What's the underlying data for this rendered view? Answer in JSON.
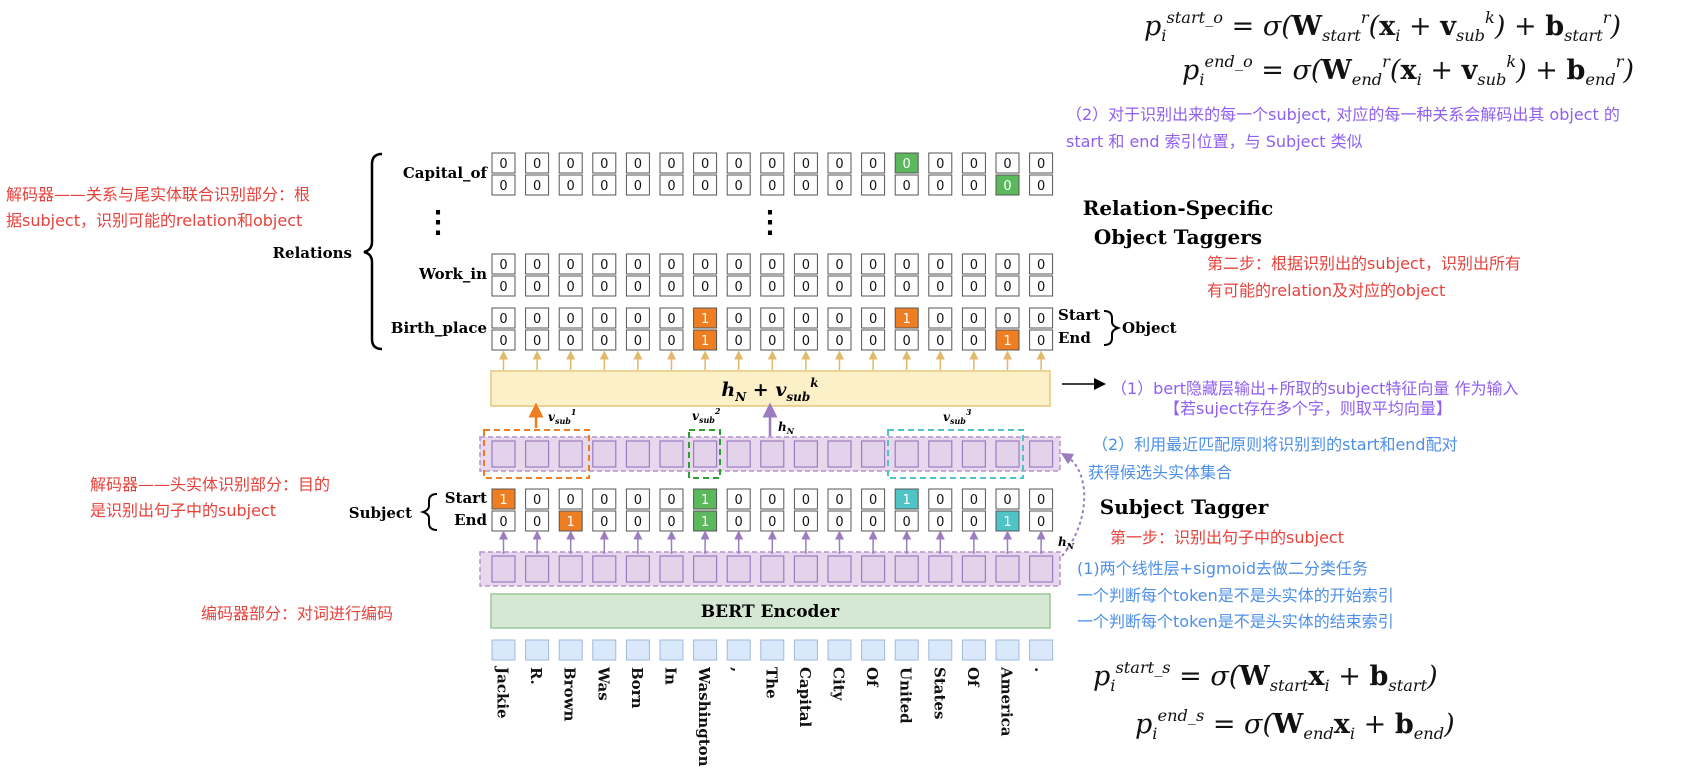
{
  "tokens": [
    "Jackie",
    "R.",
    "Brown",
    "Was",
    "Born",
    "In",
    "Washington",
    ",",
    "The",
    "Capital",
    "City",
    "Of",
    "United",
    "States",
    "Of",
    "America",
    "."
  ],
  "labels": {
    "relations": "Relations",
    "capital_of": "Capital_of",
    "work_in": "Work_in",
    "birth_place": "Birth_place",
    "subject": "Subject",
    "start": "Start",
    "end": "End",
    "object": "Object",
    "bert_encoder": "BERT Encoder",
    "relation_taggers_line1": "Relation-Specific",
    "relation_taggers_line2": "Object Taggers",
    "subject_tagger": "Subject Tagger",
    "hn_plus_vsub": "h_N + v_sub^k",
    "hn": "h_N",
    "vsub1": "v_sub^1",
    "vsub2": "v_sub^2",
    "vsub3": "v_sub^3"
  },
  "tags": {
    "capital_of_start": [
      0,
      0,
      0,
      0,
      0,
      0,
      0,
      0,
      0,
      0,
      0,
      0,
      0,
      0,
      0,
      0,
      0
    ],
    "capital_of_end": [
      0,
      0,
      0,
      0,
      0,
      0,
      0,
      0,
      0,
      0,
      0,
      0,
      0,
      0,
      0,
      0,
      0
    ],
    "work_in_start": [
      0,
      0,
      0,
      0,
      0,
      0,
      0,
      0,
      0,
      0,
      0,
      0,
      0,
      0,
      0,
      0,
      0
    ],
    "work_in_end": [
      0,
      0,
      0,
      0,
      0,
      0,
      0,
      0,
      0,
      0,
      0,
      0,
      0,
      0,
      0,
      0,
      0
    ],
    "birth_place_start": [
      0,
      0,
      0,
      0,
      0,
      0,
      1,
      0,
      0,
      0,
      0,
      0,
      1,
      0,
      0,
      0,
      0
    ],
    "birth_place_end": [
      0,
      0,
      0,
      0,
      0,
      0,
      1,
      0,
      0,
      0,
      0,
      0,
      0,
      0,
      0,
      1,
      0
    ],
    "subject_start": [
      1,
      0,
      0,
      0,
      0,
      0,
      1,
      0,
      0,
      0,
      0,
      0,
      1,
      0,
      0,
      0,
      0
    ],
    "subject_end": [
      0,
      0,
      1,
      0,
      0,
      0,
      1,
      0,
      0,
      0,
      0,
      0,
      0,
      0,
      0,
      1,
      0
    ]
  },
  "highlights": {
    "capital_of_start": {
      "12": "green"
    },
    "capital_of_end": {
      "15": "green"
    },
    "birth_place_start": {
      "6": "orange",
      "12": "orange"
    },
    "birth_place_end": {
      "6": "orange",
      "15": "orange"
    },
    "subject_start": {
      "0": "orange",
      "6": "green",
      "12": "teal"
    },
    "subject_end": {
      "2": "orange",
      "6": "green",
      "15": "teal"
    }
  },
  "colors": {
    "orange": "#ef7d22",
    "green": "#5cb85c",
    "teal": "#4fc4c7",
    "purple_cell": "#e3d3ea",
    "yellow_bar": "#fbf0c7",
    "green_bar": "#d5e8d4",
    "token_box": "#dae8fc",
    "annot_red": "#e8413b",
    "annot_blue": "#4d8fe8",
    "annot_purple": "#8f5ef2"
  },
  "annotations": {
    "decoder_relation_line1": "解码器——关系与尾实体联合识别部分：根",
    "decoder_relation_line2": "据subject，识别可能的relation和object",
    "decoder_subject_line1": "解码器——头实体识别部分：目的",
    "decoder_subject_line2": "是识别出句子中的subject",
    "encoder": "编码器部分：对词进行编码",
    "step2_line1": "第二步：根据识别出的subject，识别出所有",
    "step2_line2": "有可能的relation及对应的object",
    "object_note_line1": "（2）对于识别出来的每一个subject, 对应的每一种关系会解码出其 object 的",
    "object_note_line2": "start 和 end 索引位置，与 Subject 类似",
    "input_note_line1": "（1）bert隐藏层输出+所取的subject特征向量 作为输入",
    "input_note_line2": "【若suject存在多个字，则取平均向量】",
    "match_note_line1": "（2）利用最近匹配原则将识别到的start和end配对",
    "match_note_line2": "获得候选头实体集合",
    "step1": "第一步：识别出句子中的subject",
    "linear_note_line1": "(1)两个线性层+sigmoid去做二分类任务",
    "linear_note_line2": "一个判断每个token是不是头实体的开始索引",
    "linear_note_line3": "一个判断每个token是不是头实体的结束索引"
  },
  "formulas": {
    "p_start_o": {
      "lhs": "p",
      "idx": "i",
      "sup": "start_o",
      "rhs": "= σ(W",
      "w_sub": "start",
      "w_sup": "r",
      "arg": "(x",
      "v_sub": "sub",
      "v_sup": "k",
      "b_sub": "start",
      "b_sup": "r"
    },
    "p_end_o": {
      "lhs": "p",
      "idx": "i",
      "sup": "end_o",
      "w_sub": "end",
      "w_sup": "r",
      "v_sub": "sub",
      "v_sup": "k",
      "b_sub": "end",
      "b_sup": "r"
    },
    "p_start_s": {
      "lhs": "p",
      "idx": "i",
      "sup": "start_s",
      "w_sub": "start",
      "b_sub": "start"
    },
    "p_end_s": {
      "lhs": "p",
      "idx": "i",
      "sup": "end_s",
      "w_sub": "end",
      "b_sub": "end"
    }
  },
  "dots": "⋮"
}
